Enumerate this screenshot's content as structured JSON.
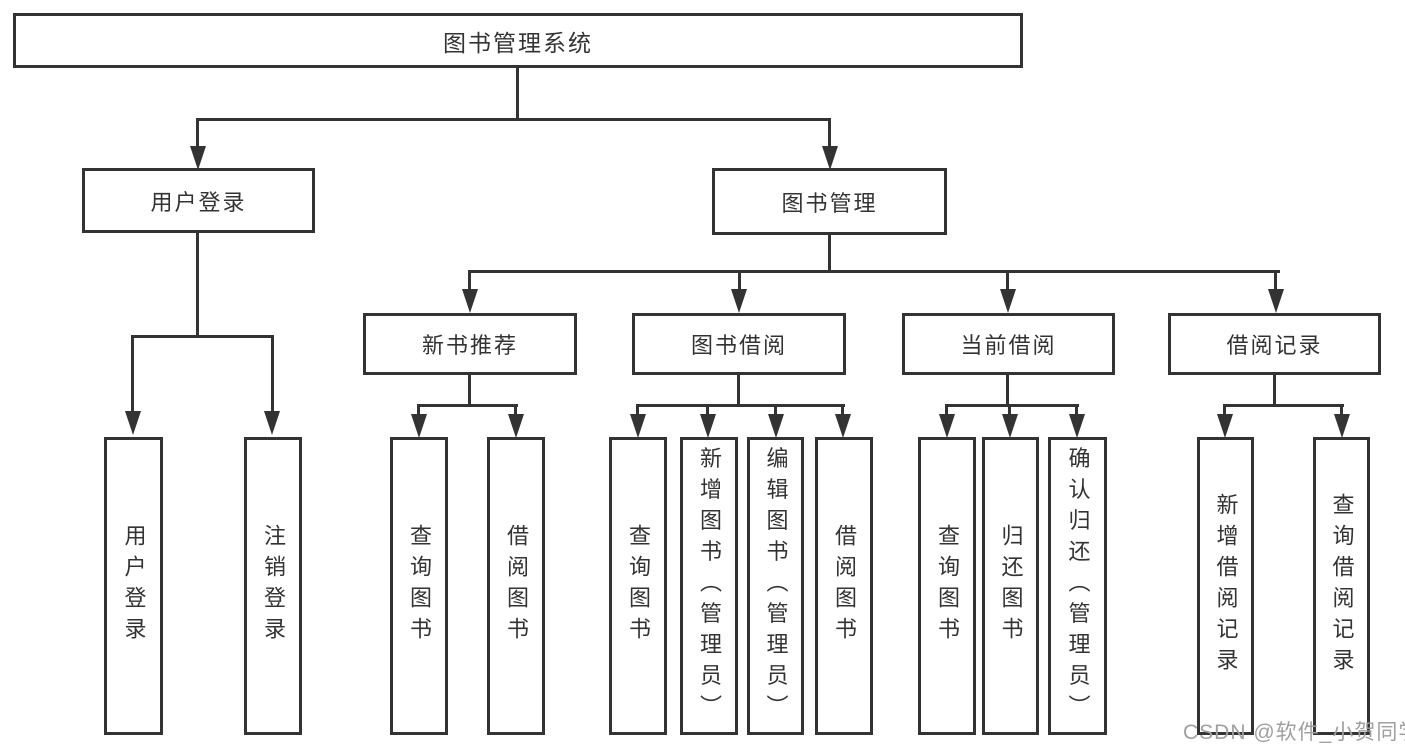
{
  "diagram": {
    "type": "hierarchy-tree",
    "tree": {
      "label": "图书管理系统",
      "children": [
        {
          "label": "用户登录",
          "children": [
            {
              "label": "用户登录"
            },
            {
              "label": "注销登录"
            }
          ]
        },
        {
          "label": "图书管理",
          "children": [
            {
              "label": "新书推荐",
              "children": [
                {
                  "label": "查询图书"
                },
                {
                  "label": "借阅图书"
                }
              ]
            },
            {
              "label": "图书借阅",
              "children": [
                {
                  "label": "查询图书"
                },
                {
                  "label": "新增图书（管理员）"
                },
                {
                  "label": "编辑图书（管理员）"
                },
                {
                  "label": "借阅图书"
                }
              ]
            },
            {
              "label": "当前借阅",
              "children": [
                {
                  "label": "查询图书"
                },
                {
                  "label": "归还图书"
                },
                {
                  "label": "确认归还（管理员）"
                }
              ]
            },
            {
              "label": "借阅记录",
              "children": [
                {
                  "label": "新增借阅记录"
                },
                {
                  "label": "查询借阅记录"
                }
              ]
            }
          ]
        }
      ]
    },
    "colors": {
      "line": "#333333",
      "text": "#333333",
      "box_fill": "#ffffff",
      "background": "#ffffff",
      "watermark": "#a0a0a0"
    }
  },
  "watermark": {
    "text": "CSDN @软件_小贺同学"
  }
}
